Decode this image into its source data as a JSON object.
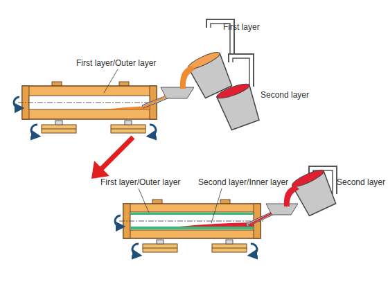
{
  "diagram": {
    "labels": [
      "First layer/Outer layer",
      "First layer",
      "Second layer",
      "First layer/Outer layer",
      "Second layer/Inner layer",
      "Second layer"
    ]
  }
}
